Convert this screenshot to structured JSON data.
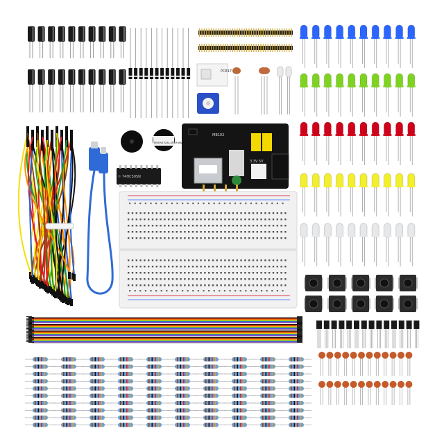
{
  "photo": {
    "subject": "electronics-starter-kit",
    "background_color": "#ffffff"
  },
  "printed_text": {
    "power_module_top": "MB102",
    "power_module_label": "3.3V 5V",
    "buzzer_label": "REMOVE SEAL AFTER WASHING",
    "ic_label": "74HC595N",
    "opto_label": "PC817"
  },
  "colors": {
    "electrolytic_cap": "#1a1a1a",
    "led_blue": "#2a66ff",
    "led_green": "#7ed321",
    "led_red": "#d0021b",
    "led_yellow": "#f3ef2a",
    "led_white": "#e6e8ea",
    "breadboard": "#f1f1f1",
    "usb_cable": "#2f6bd6",
    "power_pcb": "#141414",
    "resistor_body": "#6f9fcf",
    "ceramic_cap": "#c55a2a",
    "potentiometer": "#2a50c8",
    "ribbon": [
      "#111111",
      "#8b4513",
      "#e02020",
      "#ff8c00",
      "#f3e000",
      "#20a020",
      "#1f5fe0",
      "#8a2be2",
      "#888888",
      "#f0f0f0"
    ]
  },
  "counts": {
    "electrolytic_caps_row1": 10,
    "electrolytic_caps_row2": 10,
    "leds_per_color": 10,
    "push_buttons": 10,
    "transistors": 14,
    "ceramic_caps": 24,
    "resistor_columns": 10
  },
  "icons": [
    "electrolytic-capacitor",
    "led",
    "resistor",
    "diode",
    "jumper-wire",
    "usb-cable",
    "breadboard",
    "push-button",
    "transistor",
    "ceramic-capacitor",
    "buzzer",
    "ic-chip",
    "potentiometer",
    "photoresistor",
    "pin-header"
  ]
}
